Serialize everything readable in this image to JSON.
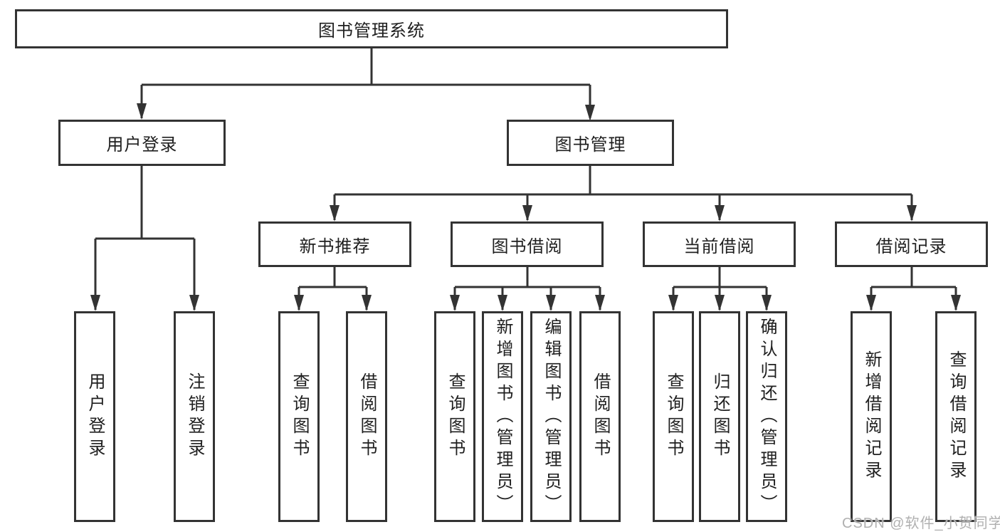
{
  "colors": {
    "background": "#ffffff",
    "line": "#333333",
    "box_border": "#333333",
    "text": "#1f1f1f",
    "watermark": "#b0b0b0"
  },
  "diagram": {
    "root": {
      "label": "图书管理系统"
    },
    "branches": [
      {
        "label": "用户登录",
        "leaves": [
          {
            "label": "用户登录"
          },
          {
            "label": "注销登录"
          }
        ]
      },
      {
        "label": "图书管理",
        "groups": [
          {
            "label": "新书推荐",
            "leaves": [
              {
                "label": "查询图书"
              },
              {
                "label": "借阅图书"
              }
            ]
          },
          {
            "label": "图书借阅",
            "leaves": [
              {
                "label": "查询图书"
              },
              {
                "label": "新增图书（管理员）"
              },
              {
                "label": "编辑图书（管理员）"
              },
              {
                "label": "借阅图书"
              }
            ]
          },
          {
            "label": "当前借阅",
            "leaves": [
              {
                "label": "查询图书"
              },
              {
                "label": "归还图书"
              },
              {
                "label": "确认归还（管理员）"
              }
            ]
          },
          {
            "label": "借阅记录",
            "leaves": [
              {
                "label": "新增借阅记录"
              },
              {
                "label": "查询借阅记录"
              }
            ]
          }
        ]
      }
    ]
  },
  "watermark": {
    "text": "CSDN @软件_小贺同学"
  }
}
